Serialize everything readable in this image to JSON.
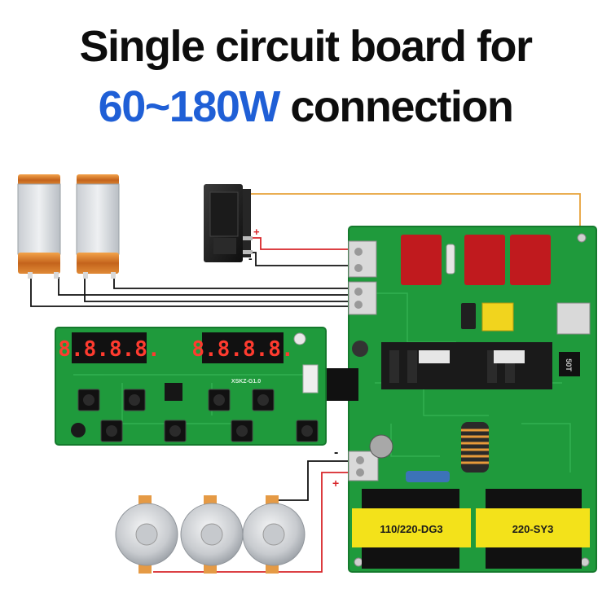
{
  "title": {
    "line1": "Single circuit board for",
    "line2_accent": "60~180W",
    "line2_rest": " connection"
  },
  "main_board": {
    "transformer_left": "110/220-DG3",
    "transformer_right": "220-SY3",
    "side_code": "50T"
  },
  "control_board": {
    "display_left": "8.8.8.8.",
    "display_right": "8.8.8.8.",
    "model": "XSKZ-G1.0"
  },
  "polarity": {
    "plus": "+",
    "minus": "-"
  },
  "colors": {
    "accent": "#1f5fd6",
    "pcb_green": "#1f9a3c",
    "wire_red": "#d8262a",
    "wire_black": "#111111",
    "wire_orange": "#e8a23a",
    "transformer_yellow": "#f3e21a"
  }
}
